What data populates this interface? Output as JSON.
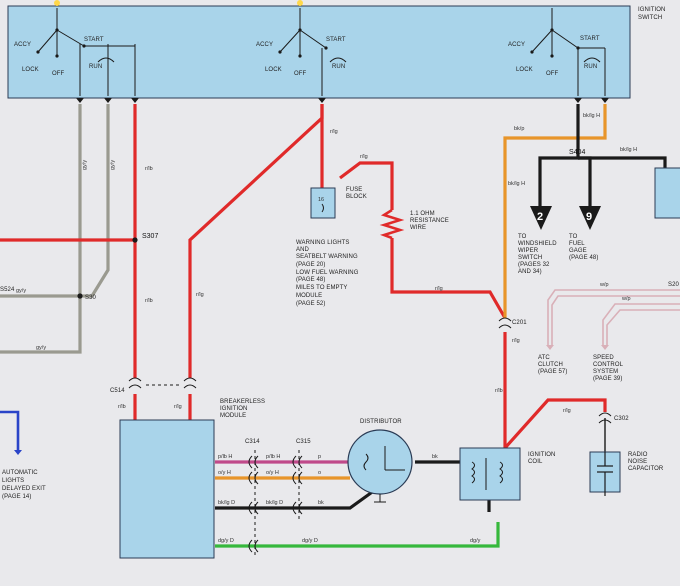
{
  "ignition_switch": {
    "title_line1": "IGNITION",
    "title_line2": "SWITCH",
    "groups": [
      {
        "accy": "ACCY",
        "lock": "LOCK",
        "off": "OFF",
        "start": "START",
        "run": "RUN"
      },
      {
        "accy": "ACCY",
        "lock": "LOCK",
        "off": "OFF",
        "start": "START",
        "run": "RUN"
      },
      {
        "accy": "ACCY",
        "lock": "LOCK",
        "off": "OFF",
        "start": "START",
        "run": "RUN"
      }
    ]
  },
  "wire_labels": {
    "gy_y_1": "gy/y",
    "gy_y_2": "gy/y",
    "r_lb_1": "r/lb",
    "r_lb_2": "r/lb",
    "r_lb_3": "r/lb",
    "r_lg_1": "r/lg",
    "r_lg_2": "r/lg",
    "r_lg_3": "r/lg",
    "r_lg_4": "r/lg",
    "r_lg_5": "r/lg",
    "r_lg_6": "r/lg",
    "bk_p": "bk/p",
    "bk_lg_h_1": "bk/lg H",
    "bk_lg_h_2": "bk/lg H",
    "bk_lg_h_3": "bk/lg H",
    "gy_y_3": "gy/y",
    "gy_y_4": "gy/y",
    "w_p_1": "w/p",
    "w_p_2": "w/p",
    "p_lb_h_1": "p/lb H",
    "p_lb_h_2": "p/lb H",
    "o_y_h_1": "o/y H",
    "o_y_h_2": "o/y H",
    "bk_lg_d_1": "bk/lg D",
    "bk_lg_d_2": "bk/lg D",
    "dg_y_d_1": "dg/y D",
    "dg_y_d_2": "dg/y D",
    "p_1": "p",
    "o_1": "o",
    "bk_1": "bk",
    "bk_2": "bk",
    "dg_y_3": "dg/y",
    "r_lb_4": "r/lb",
    "r_lg_7": "r/lg"
  },
  "splices": {
    "s307": "S307",
    "s404": "S404",
    "s524": "S524",
    "s30": "S30",
    "s20": "S20"
  },
  "connectors": {
    "c514": "C514",
    "c201": "C201",
    "c314": "C314",
    "c315": "C315",
    "c302": "C302"
  },
  "components": {
    "fuse_block": {
      "line1": "FUSE",
      "line2": "BLOCK",
      "number": "16"
    },
    "resistance_wire": {
      "line1": "1.1 OHM",
      "line2": "RESISTANCE",
      "line3": "WIRE"
    },
    "warning_text": [
      "WARNING LIGHTS",
      "AND",
      "SEATBELT WARNING",
      "(PAGE 20)",
      "LOW FUEL WARNING",
      "(PAGE 48)",
      "MILES TO EMPTY",
      "MODULE",
      "(PAGE 52)"
    ],
    "breakerless": {
      "line1": "BREAKERLESS",
      "line2": "IGNITION",
      "line3": "MODULE"
    },
    "distributor": "DISTRIBUTOR",
    "ignition_coil": {
      "line1": "IGNITION",
      "line2": "COIL"
    },
    "radio_capacitor": {
      "line1": "RADIO",
      "line2": "NOISE",
      "line3": "CAPACITOR"
    },
    "auto_lights": {
      "line1": "AUTOMATIC",
      "line2": "LIGHTS",
      "line3": "DELAYED EXIT",
      "line4": "(PAGE 14)"
    },
    "marker_2": {
      "number": "2",
      "line1": "TO",
      "line2": "WINDSHIELD",
      "line3": "WIPER",
      "line4": "SWITCH",
      "line5": "(PAGES 32",
      "line6": "AND 34)"
    },
    "marker_9": {
      "number": "9",
      "line1": "TO",
      "line2": "FUEL",
      "line3": "GAGE",
      "line4": "(PAGE 48)"
    },
    "atc_clutch": {
      "line1": "ATC",
      "line2": "CLUTCH",
      "line3": "(PAGE 57)"
    },
    "speed_control": {
      "line1": "SPEED",
      "line2": "CONTROL",
      "line3": "SYSTEM",
      "line4": "(PAGE 39)"
    }
  },
  "colors": {
    "background": "#e9e9ec",
    "switch_box": "#a9d4ea",
    "component_fill": "#a9d4ea",
    "red_wire": "#e02a2a",
    "orange_wire": "#e8952a",
    "black_wire": "#1a1a1a",
    "gray_wire": "#9a9a90",
    "green_wire": "#36b83c",
    "purple_wire": "#c04a8a",
    "blue_wire": "#2a44c8",
    "pink_wire": "#d9b0b8"
  }
}
